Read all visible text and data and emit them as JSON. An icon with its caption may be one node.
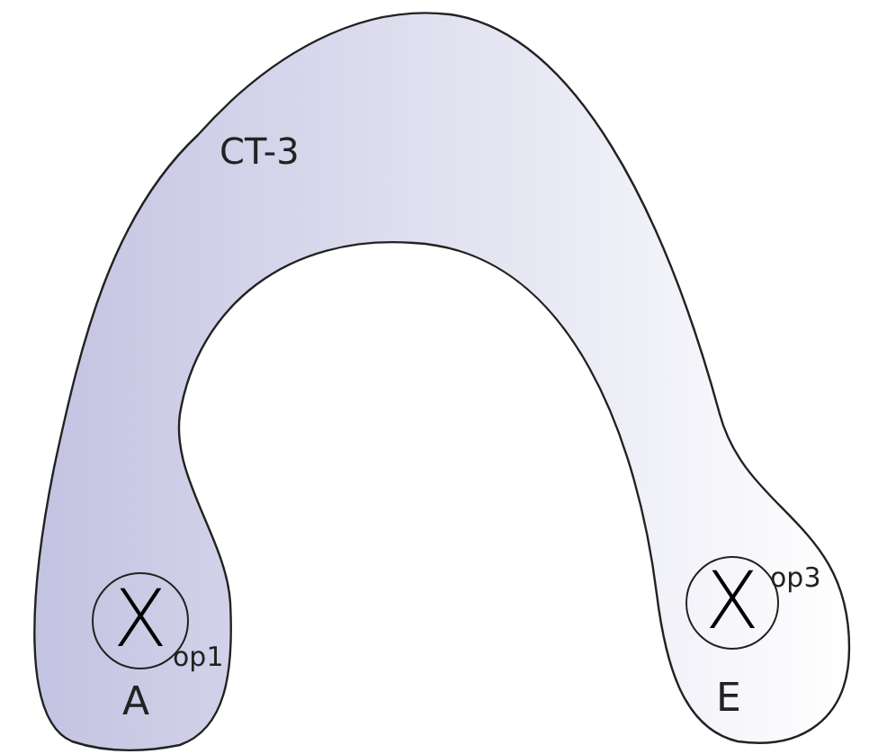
{
  "diagram": {
    "nodes": [
      {
        "text": [
          "CT-3"
        ]
      },
      {
        "text": [
          "X"
        ],
        "in": 0,
        "beside": [
          "op1",
          "A"
        ]
      },
      {
        "text": [
          "X"
        ],
        "in": 0,
        "beside": [
          "op3",
          "E"
        ]
      }
    ]
  }
}
